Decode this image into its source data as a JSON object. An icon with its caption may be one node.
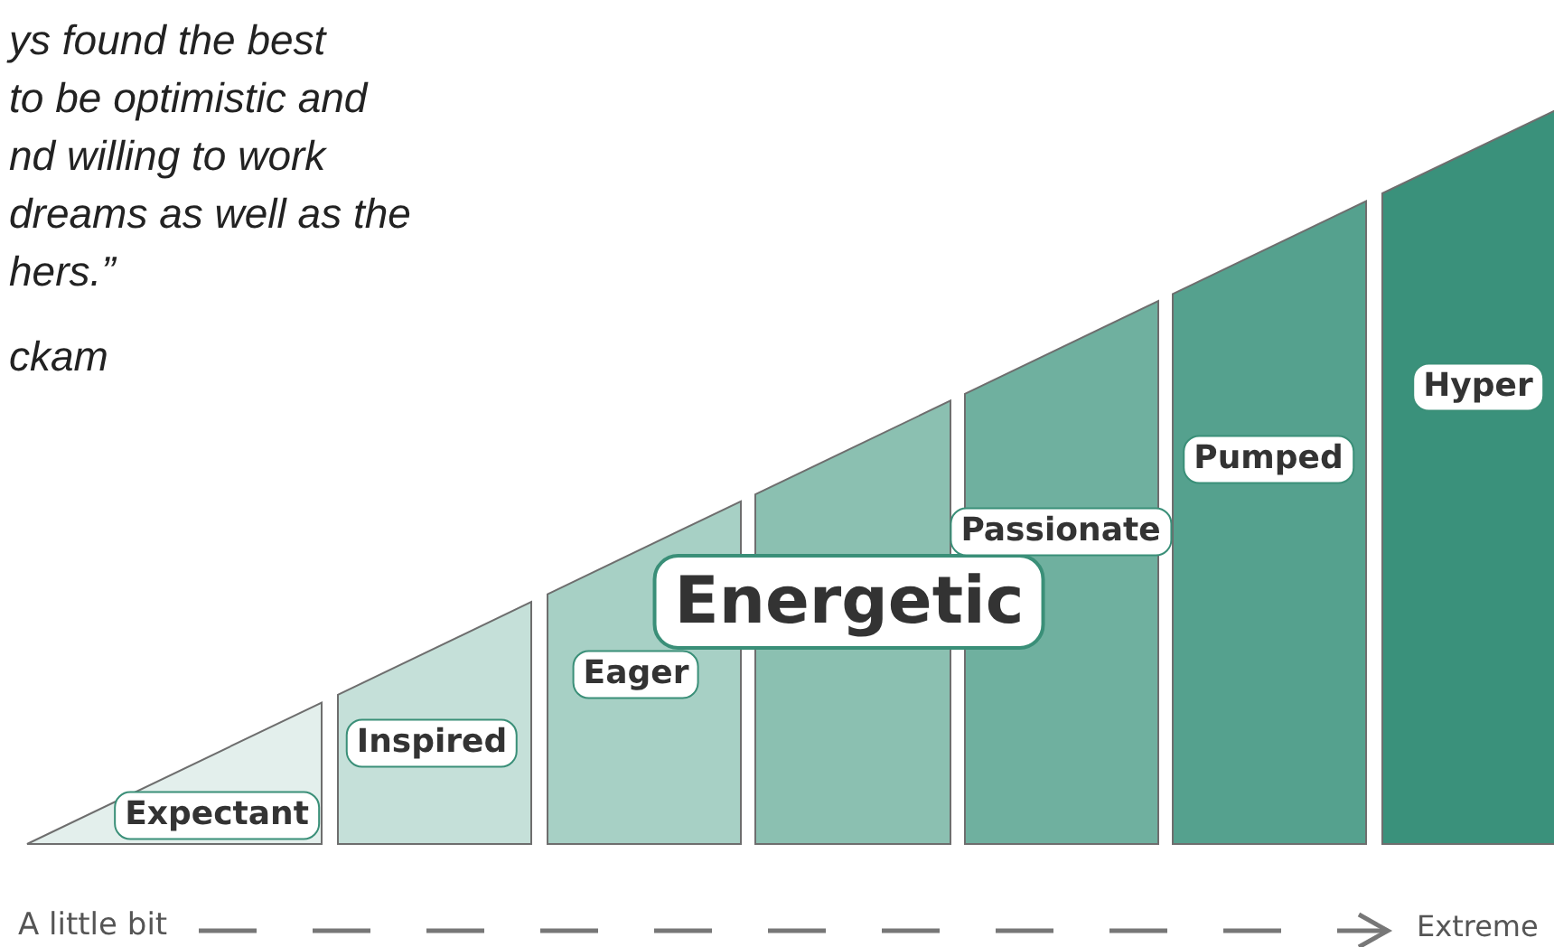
{
  "diagram": {
    "nodes": [
      {
        "text": [
          "Expectant"
        ]
      },
      {
        "text": [
          "Inspired"
        ]
      },
      {
        "text": [
          "Eager"
        ]
      },
      {
        "text": [
          "Energetic"
        ]
      },
      {
        "text": [
          "Passionate"
        ]
      },
      {
        "text": [
          "Pumped"
        ]
      },
      {
        "text": [
          "Hyper"
        ]
      }
    ],
    "edges": [],
    "labels": [
      "ys found the best to be optimistic and nd willing to work dreams as well as the hers.”",
      "ckam",
      "A little bit",
      "Extreme"
    ]
  }
}
